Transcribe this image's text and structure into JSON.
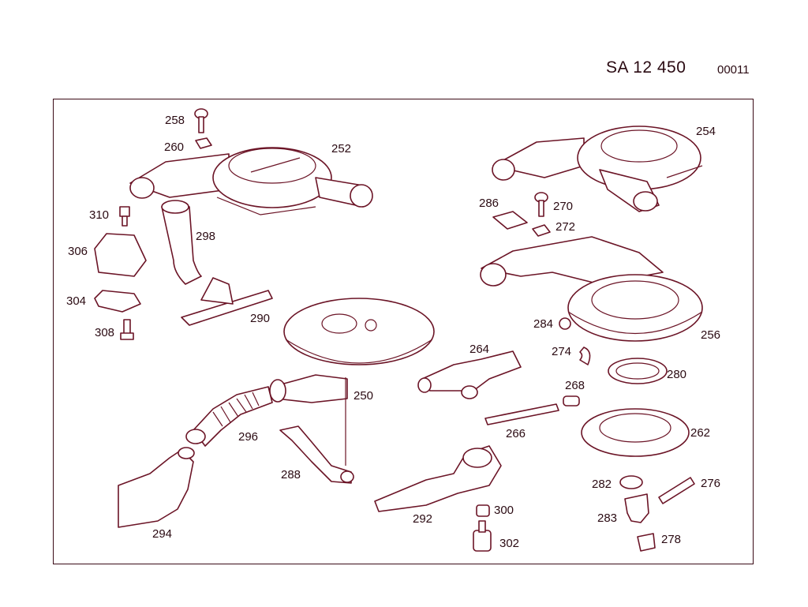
{
  "header": {
    "code": "SA   12 450",
    "sub": "00011"
  },
  "labels": {
    "p250": "250",
    "p252": "252",
    "p254": "254",
    "p256": "256",
    "p258": "258",
    "p260": "260",
    "p262": "262",
    "p264": "264",
    "p266": "266",
    "p268": "268",
    "p270": "270",
    "p272": "272",
    "p274": "274",
    "p276": "276",
    "p278": "278",
    "p280": "280",
    "p282": "282",
    "p283": "283",
    "p284": "284",
    "p286": "286",
    "p288": "288",
    "p290": "290",
    "p292": "292",
    "p294": "294",
    "p296": "296",
    "p298": "298",
    "p300": "300",
    "p302": "302",
    "p304": "304",
    "p306": "306",
    "p308": "308",
    "p310": "310"
  },
  "colors": {
    "line": "#6b1426",
    "text": "#2a0a12",
    "frame": "#3a0a16"
  }
}
